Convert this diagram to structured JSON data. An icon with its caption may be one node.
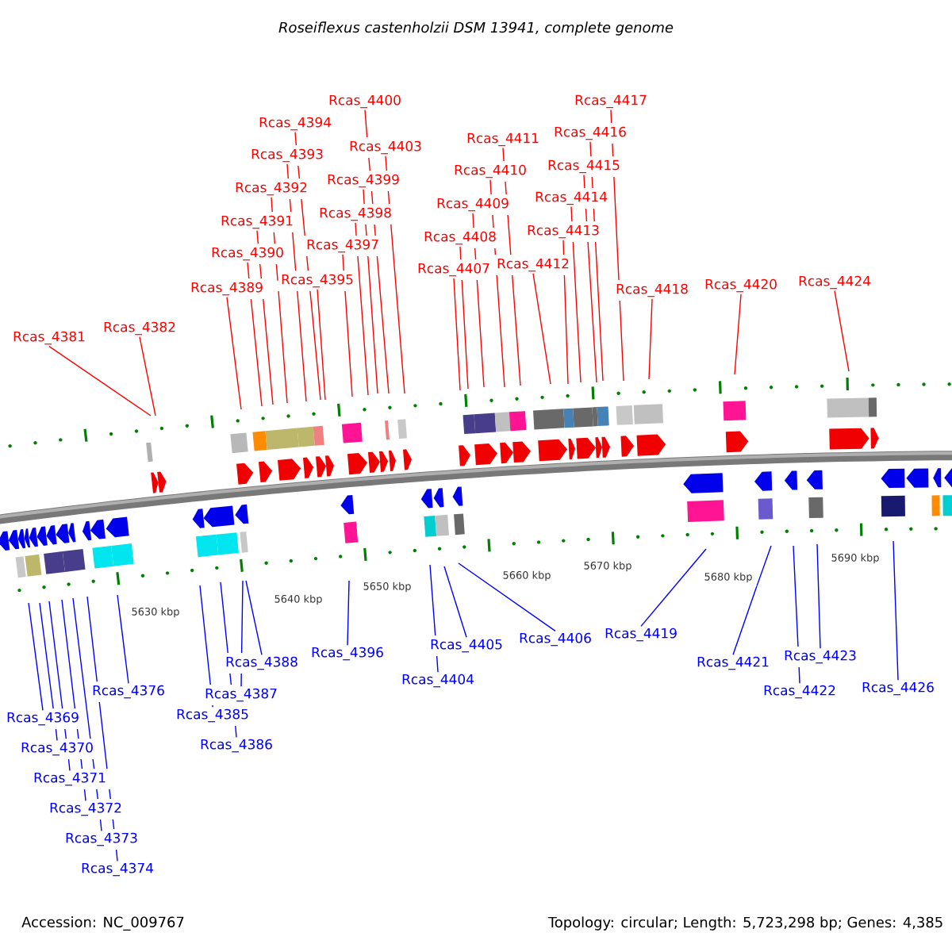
{
  "diagram": {
    "title": "Roseiflexus castenholzii DSM 13941, complete genome",
    "nodes": [
      {
        "text": [
          "Rcas_4381"
        ]
      },
      {
        "text": [
          "Rcas_4382"
        ]
      },
      {
        "text": [
          "Rcas_4389"
        ]
      },
      {
        "text": [
          "Rcas_4390"
        ]
      },
      {
        "text": [
          "Rcas_4391"
        ]
      },
      {
        "text": [
          "Rcas_4392"
        ]
      },
      {
        "text": [
          "Rcas_4393"
        ]
      },
      {
        "text": [
          "Rcas_4394"
        ]
      },
      {
        "text": [
          "Rcas_4395"
        ]
      },
      {
        "text": [
          "Rcas_4397"
        ]
      },
      {
        "text": [
          "Rcas_4398"
        ]
      },
      {
        "text": [
          "Rcas_4399"
        ]
      },
      {
        "text": [
          "Rcas_4400"
        ]
      },
      {
        "text": [
          "Rcas_4403"
        ]
      },
      {
        "text": [
          "Rcas_4407"
        ]
      },
      {
        "text": [
          "Rcas_4408"
        ]
      },
      {
        "text": [
          "Rcas_4409"
        ]
      },
      {
        "text": [
          "Rcas_4410"
        ]
      },
      {
        "text": [
          "Rcas_4411"
        ]
      },
      {
        "text": [
          "Rcas_4412"
        ]
      },
      {
        "text": [
          "Rcas_4413"
        ]
      },
      {
        "text": [
          "Rcas_4414"
        ]
      },
      {
        "text": [
          "Rcas_4415"
        ]
      },
      {
        "text": [
          "Rcas_4416"
        ]
      },
      {
        "text": [
          "Rcas_4417"
        ]
      },
      {
        "text": [
          "Rcas_4418"
        ]
      },
      {
        "text": [
          "Rcas_4420"
        ]
      },
      {
        "text": [
          "Rcas_4424"
        ]
      },
      {
        "text": [
          "Rcas_4369"
        ]
      },
      {
        "text": [
          "Rcas_4370"
        ]
      },
      {
        "text": [
          "Rcas_4371"
        ]
      },
      {
        "text": [
          "Rcas_4372"
        ]
      },
      {
        "text": [
          "Rcas_4373"
        ]
      },
      {
        "text": [
          "Rcas_4374"
        ]
      },
      {
        "text": [
          "Rcas_4376"
        ]
      },
      {
        "text": [
          "Rcas_4385"
        ]
      },
      {
        "text": [
          "Rcas_4386"
        ]
      },
      {
        "text": [
          "Rcas_4387"
        ]
      },
      {
        "text": [
          "Rcas_4388"
        ]
      },
      {
        "text": [
          "Rcas_4396"
        ]
      },
      {
        "text": [
          "Rcas_4404"
        ]
      },
      {
        "text": [
          "Rcas_4405"
        ]
      },
      {
        "text": [
          "Rcas_4406"
        ]
      },
      {
        "text": [
          "Rcas_4419"
        ]
      },
      {
        "text": [
          "Rcas_4421"
        ]
      },
      {
        "text": [
          "Rcas_4422"
        ]
      },
      {
        "text": [
          "Rcas_4423"
        ]
      },
      {
        "text": [
          "Rcas_4426"
        ]
      }
    ],
    "edges": [
      {
        "from": 0,
        "to": null,
        "arrow": "none"
      },
      {
        "from": 1,
        "to": null,
        "arrow": "none"
      },
      {
        "from": 2,
        "to": null,
        "arrow": "none"
      },
      {
        "from": 3,
        "to": null,
        "arrow": "none"
      },
      {
        "from": 4,
        "to": null,
        "arrow": "none"
      },
      {
        "from": 5,
        "to": null,
        "arrow": "none"
      },
      {
        "from": 6,
        "to": null,
        "arrow": "none"
      },
      {
        "from": 7,
        "to": null,
        "arrow": "none"
      },
      {
        "from": 8,
        "to": null,
        "arrow": "none"
      },
      {
        "from": 9,
        "to": null,
        "arrow": "none"
      },
      {
        "from": 10,
        "to": null,
        "arrow": "none"
      },
      {
        "from": 11,
        "to": null,
        "arrow": "none"
      },
      {
        "from": 12,
        "to": null,
        "arrow": "none"
      },
      {
        "from": 13,
        "to": null,
        "arrow": "none"
      },
      {
        "from": 14,
        "to": null,
        "arrow": "none"
      },
      {
        "from": 15,
        "to": null,
        "arrow": "none"
      },
      {
        "from": 16,
        "to": null,
        "arrow": "none"
      },
      {
        "from": 17,
        "to": null,
        "arrow": "none"
      },
      {
        "from": 18,
        "to": null,
        "arrow": "none"
      },
      {
        "from": 19,
        "to": null,
        "arrow": "none"
      },
      {
        "from": 20,
        "to": null,
        "arrow": "none"
      },
      {
        "from": 21,
        "to": null,
        "arrow": "none"
      },
      {
        "from": 22,
        "to": null,
        "arrow": "none"
      },
      {
        "from": 23,
        "to": null,
        "arrow": "none"
      },
      {
        "from": 24,
        "to": null,
        "arrow": "none"
      },
      {
        "from": 25,
        "to": null,
        "arrow": "none"
      },
      {
        "from": 26,
        "to": null,
        "arrow": "none"
      },
      {
        "from": 27,
        "to": null,
        "arrow": "none"
      },
      {
        "from": 28,
        "to": null,
        "arrow": "none",
        "color": "#0000ff"
      },
      {
        "from": 29,
        "to": null,
        "arrow": "none",
        "color": "#0000ff"
      },
      {
        "from": 30,
        "to": null,
        "arrow": "none",
        "color": "#0000ff"
      },
      {
        "from": 31,
        "to": null,
        "arrow": "none",
        "color": "#0000ff"
      },
      {
        "from": 32,
        "to": null,
        "arrow": "none",
        "color": "#0000ff"
      },
      {
        "from": 33,
        "to": null,
        "arrow": "none",
        "color": "#0000ff"
      },
      {
        "from": 34,
        "to": null,
        "arrow": "none",
        "color": "#0000ff"
      },
      {
        "from": 35,
        "to": null,
        "arrow": "none",
        "color": "#0000ff"
      },
      {
        "from": 36,
        "to": null,
        "arrow": "none",
        "color": "#0000ff"
      },
      {
        "from": 37,
        "to": null,
        "arrow": "none",
        "color": "#0000ff"
      },
      {
        "from": 38,
        "to": null,
        "arrow": "none",
        "color": "#0000ff"
      },
      {
        "from": 39,
        "to": null,
        "arrow": "none",
        "color": "#0000ff"
      },
      {
        "from": 40,
        "to": null,
        "arrow": "none",
        "color": "#0000ff"
      },
      {
        "from": 41,
        "to": null,
        "arrow": "none",
        "color": "#0000ff"
      },
      {
        "from": 42,
        "to": null,
        "arrow": "none",
        "color": "#0000ff"
      },
      {
        "from": 43,
        "to": null,
        "arrow": "none",
        "color": "#0000ff"
      },
      {
        "from": 44,
        "to": null,
        "arrow": "none",
        "color": "#0000ff"
      },
      {
        "from": 45,
        "to": null,
        "arrow": "none",
        "color": "#0000ff"
      },
      {
        "from": 46,
        "to": null,
        "arrow": "none",
        "color": "#0000ff"
      },
      {
        "from": 47,
        "to": null,
        "arrow": "none",
        "color": "#0000ff"
      }
    ],
    "labels": [
      "5630 kbp",
      "5640 kbp",
      "5650 kbp",
      "5660 kbp",
      "5670 kbp",
      "5680 kbp",
      "5690 kbp",
      "Accession: NC_009767",
      "Topology: circular; Length: 5,723,298 bp; Genes: 4,385"
    ]
  }
}
